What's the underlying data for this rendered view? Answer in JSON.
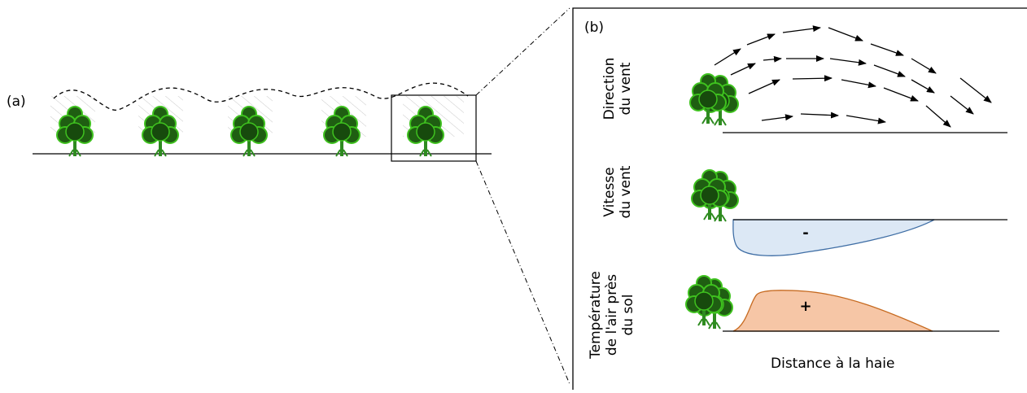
{
  "panel_a": {
    "label": "(a)"
  },
  "panel_b": {
    "label": "(b)",
    "rows": {
      "direction": {
        "line1": "Direction",
        "line2": "du vent"
      },
      "speed": {
        "line1": "Vitesse",
        "line2": "du vent",
        "sign": "-"
      },
      "temperature": {
        "line1": "Température",
        "line2": "de l'air près",
        "line3": "du sol",
        "sign": "+"
      }
    },
    "x_axis_label": "Distance à la haie"
  },
  "colors": {
    "speed_fill": "#dce8f5",
    "speed_stroke": "#3f6ea5",
    "temp_fill": "#f6c6a6",
    "temp_stroke": "#c66a20",
    "tree_fill": "#1f5e12",
    "tree_edge": "#3fc21f",
    "trunk": "#2e8b20"
  },
  "icons": {
    "tree": "tree-icon",
    "arrow": "arrow-icon"
  }
}
